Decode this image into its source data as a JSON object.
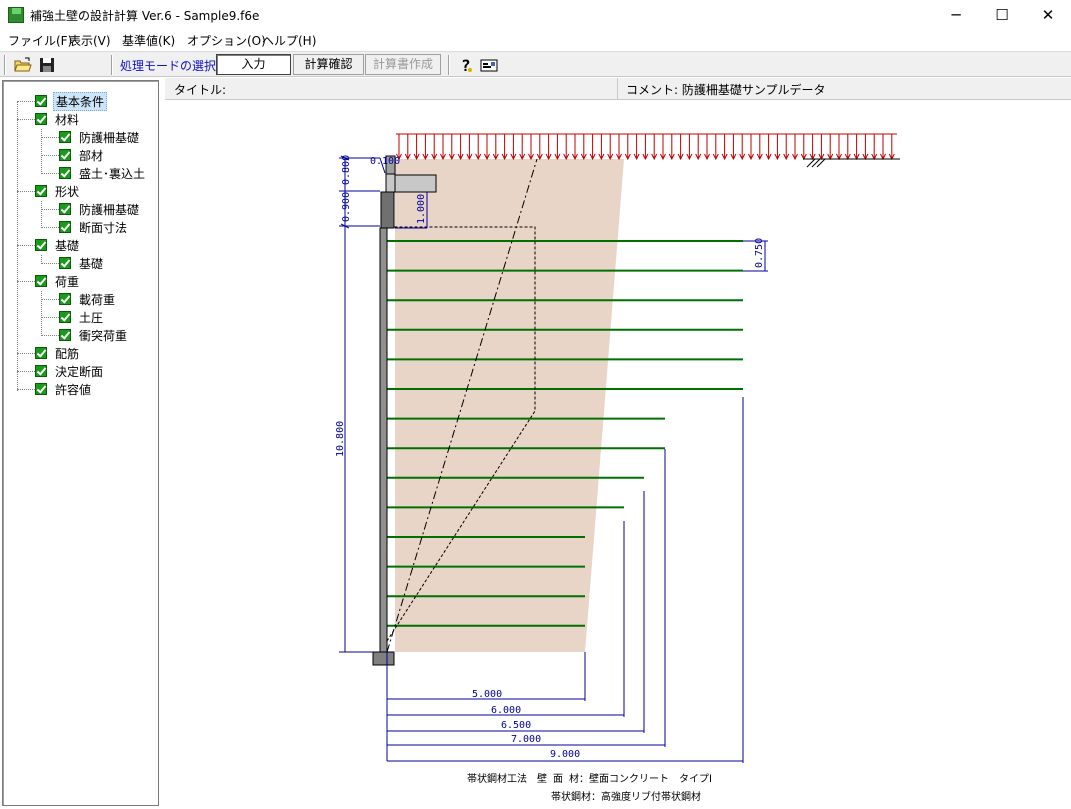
{
  "window": {
    "title": "補強土壁の設計計算 Ver.6 - Sample9.f6e",
    "minimize": "─",
    "maximize": "☐",
    "close": "✕"
  },
  "menu": [
    "ファイル(F)",
    "表示(V)",
    "基準値(K)",
    "オプション(O)",
    "ヘルプ(H)"
  ],
  "toolbar": {
    "mode_label": "処理モードの選択",
    "input": "入力",
    "check": "計算確認",
    "report": "計算書作成",
    "icons": [
      "open-folder-icon",
      "save-icon",
      "help-icon",
      "card-icon"
    ]
  },
  "tree": [
    {
      "label": "基本条件",
      "level": 0,
      "selected": true
    },
    {
      "label": "材料",
      "level": 0
    },
    {
      "label": "防護柵基礎",
      "level": 1
    },
    {
      "label": "部材",
      "level": 1
    },
    {
      "label": "盛土･裏込土",
      "level": 1
    },
    {
      "label": "形状",
      "level": 0
    },
    {
      "label": "防護柵基礎",
      "level": 1
    },
    {
      "label": "断面寸法",
      "level": 1
    },
    {
      "label": "基礎",
      "level": 0
    },
    {
      "label": "基礎",
      "level": 1
    },
    {
      "label": "荷重",
      "level": 0
    },
    {
      "label": "載荷重",
      "level": 1
    },
    {
      "label": "土圧",
      "level": 1
    },
    {
      "label": "衝突荷重",
      "level": 1
    },
    {
      "label": "配筋",
      "level": 0
    },
    {
      "label": "決定断面",
      "level": 0
    },
    {
      "label": "許容値",
      "level": 0
    }
  ],
  "header": {
    "title_label": "タイトル:",
    "comment_label": "コメント: 防護柵基礎サンプルデータ"
  },
  "drawing": {
    "colors": {
      "soil": "#e8d5c8",
      "strip": "#007000",
      "dimension": "#00009a",
      "load": "#c00000",
      "wall": "#909090"
    },
    "dimensions": {
      "top_offset": "0.100",
      "fence_height": "0.800",
      "fence_base": "0.900",
      "fence_depth": "1.000",
      "wall_height": "10.800",
      "strip_spacing": "0.750",
      "strip_lengths": [
        "5.000",
        "6.000",
        "6.500",
        "7.000",
        "9.000"
      ]
    },
    "notes": {
      "line1": "帯状鋼材工法　壁 面 材：壁面コンクリート　タイプⅠ",
      "line2": "帯状鋼材：高強度リブ付帯状鋼材"
    }
  }
}
